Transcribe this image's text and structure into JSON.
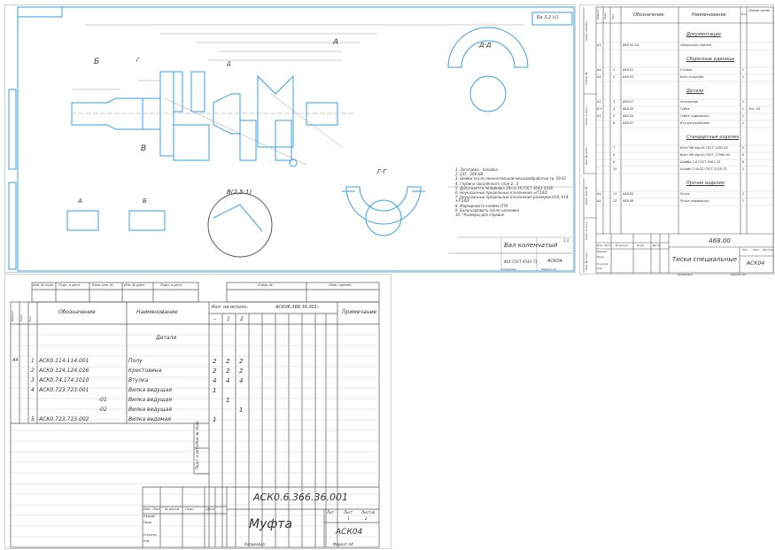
{
  "crankshaft": {
    "roughness": "Ra 3,2 (√)",
    "views": {
      "b_label": "Б",
      "a_label": "А",
      "dd": "Д-Д",
      "gg": "Г-Г",
      "v_detail": "В(2,5:1)",
      "view_a": "А",
      "view_b": "Б",
      "g": "Г",
      "d": "Д",
      "v": "В"
    },
    "notes": [
      "1. Заготовка - поковка",
      "2. 235...269 НВ",
      "3. Шейки после окончательной механообработки тв. 59-61",
      "4. Глубина закалённого слоя 2...3",
      "5. Допускается полировка 1Ra 0,16 ГОСТ 4543-2016",
      "6. Неуказанные предельные отклонения ±IT14/2",
      "7. Неуказанные предельные отклонения размеров H14, h14, ±IT14/2",
      "8. Маркировать клеймо ОТК",
      "9. Балансировать после наплавки",
      "10. *Размеры для справок"
    ],
    "title_block": {
      "name": "Вал коленчатый",
      "material": "40Х ГОСТ 4543-71",
      "org": "АСК04",
      "scale": "1:1",
      "copied": "Копировал",
      "format": "Формат А3"
    }
  },
  "spec_vise": {
    "headers": {
      "format": "Формат",
      "zone": "Зона",
      "pos": "Поз.",
      "designation": "Обозначение",
      "name": "Наименование",
      "qty": "Кол.",
      "note": "Приме-чание"
    },
    "side": [
      "Перв. примен.",
      "Справ. №",
      "Подп. и дата",
      "Инв. № дубл.",
      "Взам. инв. №",
      "Подп. и дата",
      "Инв. № подл."
    ],
    "rows": [
      {
        "section": "Документация"
      },
      {
        "fmt": "А3",
        "des": "А68.00 СБ",
        "name": "Сборочный чертеж"
      },
      {
        "section": "Сборочные единицы"
      },
      {
        "fmt": "А4",
        "pos": "1",
        "des": "А68.01",
        "name": "Стойка",
        "qty": "1"
      },
      {
        "fmt": "А4",
        "pos": "2",
        "des": "А68.03",
        "name": "Винт подъёма",
        "qty": "1"
      },
      {
        "section": "Детали"
      },
      {
        "fmt": "А3",
        "pos": "3",
        "des": "А68.07",
        "name": "Основание",
        "qty": "1"
      },
      {
        "fmt": "БЧ",
        "pos": "4",
        "des": "А68.02",
        "name": "Губка",
        "qty": "1",
        "note": "Эск. А3"
      },
      {
        "fmt": "А3",
        "pos": "5",
        "des": "А68.04",
        "name": "Губка подвижная",
        "qty": "1"
      },
      {
        "pos": "6",
        "des": "А68.07",
        "name": "Втулка резьбовая",
        "qty": "1"
      },
      {
        "section": "Стандартные изделия"
      },
      {
        "pos": "7",
        "name": "Винт М6-6gх16 ГОСТ 1482-84",
        "qty": "2"
      },
      {
        "pos": "8",
        "name": "Винт М6-6gх10 ГОСТ 17598-85",
        "qty": "6"
      },
      {
        "pos": "9",
        "name": "Шайба 2.6 ГОСТ 6402-70",
        "qty": "6"
      },
      {
        "pos": "10",
        "name": "Штифт 2.6х32 ГОСТ 3128-70",
        "qty": "1"
      },
      {
        "section": "Прочие изделия"
      },
      {
        "fmt": "А4",
        "pos": "11",
        "des": "А68.05",
        "name": "Ручка",
        "qty": "1"
      },
      {
        "fmt": "А4",
        "pos": "12",
        "des": "А68.06",
        "name": "Ручка подвижная",
        "qty": "1"
      }
    ],
    "title_block": {
      "code": "А68.00",
      "name": "Тиски специальные",
      "org": "АСК04",
      "lit": "Лит.",
      "sheet": "Лист",
      "sheets": "Листов",
      "copied": "Копировал",
      "format": "Формат А4",
      "izm": "Изм.",
      "list": "Лист",
      "doc": "№ докум.",
      "sign": "Подп.",
      "date": "Дата",
      "dev": "Разраб.",
      "check": "Пров.",
      "nkontr": "Н.контр.",
      "approved": "Утв."
    }
  },
  "spec_coupling": {
    "top_fields": [
      "Инв. № подл.",
      "Подп. и дата",
      "Взам. инв. №",
      "Инв. № дубл.",
      "Подп. и дата"
    ],
    "sprav": "Справ. №",
    "perv": "Перв. примен.",
    "headers": {
      "format": "Формат",
      "zone": "Зона",
      "pos": "Поз.",
      "designation": "Обозначение",
      "name": "Наименование",
      "qty_on": "Кол. на исполн.",
      "variant": "АСК06.366.36.001-",
      "note": "Примечание",
      "c0": "–",
      "c1": "1",
      "c2": "2"
    },
    "section": "Детали",
    "rows": [
      {
        "fmt": "А4",
        "pos": "1",
        "des": "АСК0.114.114.001",
        "name": "Полу",
        "q0": "2",
        "q1": "2",
        "q2": "2"
      },
      {
        "pos": "2",
        "des": "АСК0.124.124.026",
        "name": "Крестовина",
        "q0": "2",
        "q1": "2",
        "q2": "2"
      },
      {
        "pos": "3",
        "des": "АСК0.74.174.1010",
        "name": "Втулка",
        "q0": "4",
        "q1": "4",
        "q2": "4"
      },
      {
        "pos": "4",
        "des": "АСК0.723.723.001",
        "name": "Вилка ведущая",
        "q0": "1",
        "q1": "",
        "q2": ""
      },
      {
        "pos": "",
        "des": "-01",
        "name": "Вилка ведущая",
        "q0": "",
        "q1": "1",
        "q2": ""
      },
      {
        "pos": "",
        "des": "-02",
        "name": "Вилка ведущая",
        "q0": "",
        "q1": "",
        "q2": "1"
      },
      {
        "pos": "5",
        "des": "АСК0.723.723.002",
        "name": "Вилка ведомая",
        "q0": "1",
        "q1": "",
        "q2": ""
      }
    ],
    "side": [
      "Инв. № подл.",
      "Подп. и дата"
    ],
    "title_block": {
      "code": "АСК0.6.366.36.001",
      "name": "Муфта",
      "org": "АСК04",
      "lit": "Лит.",
      "sheet": "Лист",
      "sheets": "Листов",
      "sheet_val": "1",
      "sheets_val": "2",
      "copied": "Копировал",
      "format": "Формат А4",
      "izm": "Изм.",
      "list": "Лист",
      "doc": "№ докум.",
      "sign": "Подп.",
      "date": "Дата",
      "dev": "Разраб.",
      "check": "Пров.",
      "nkontr": "Н.контр.",
      "approved": "Утв."
    }
  },
  "colors": {
    "outline": "#3aa0e0",
    "line": "#555555"
  }
}
